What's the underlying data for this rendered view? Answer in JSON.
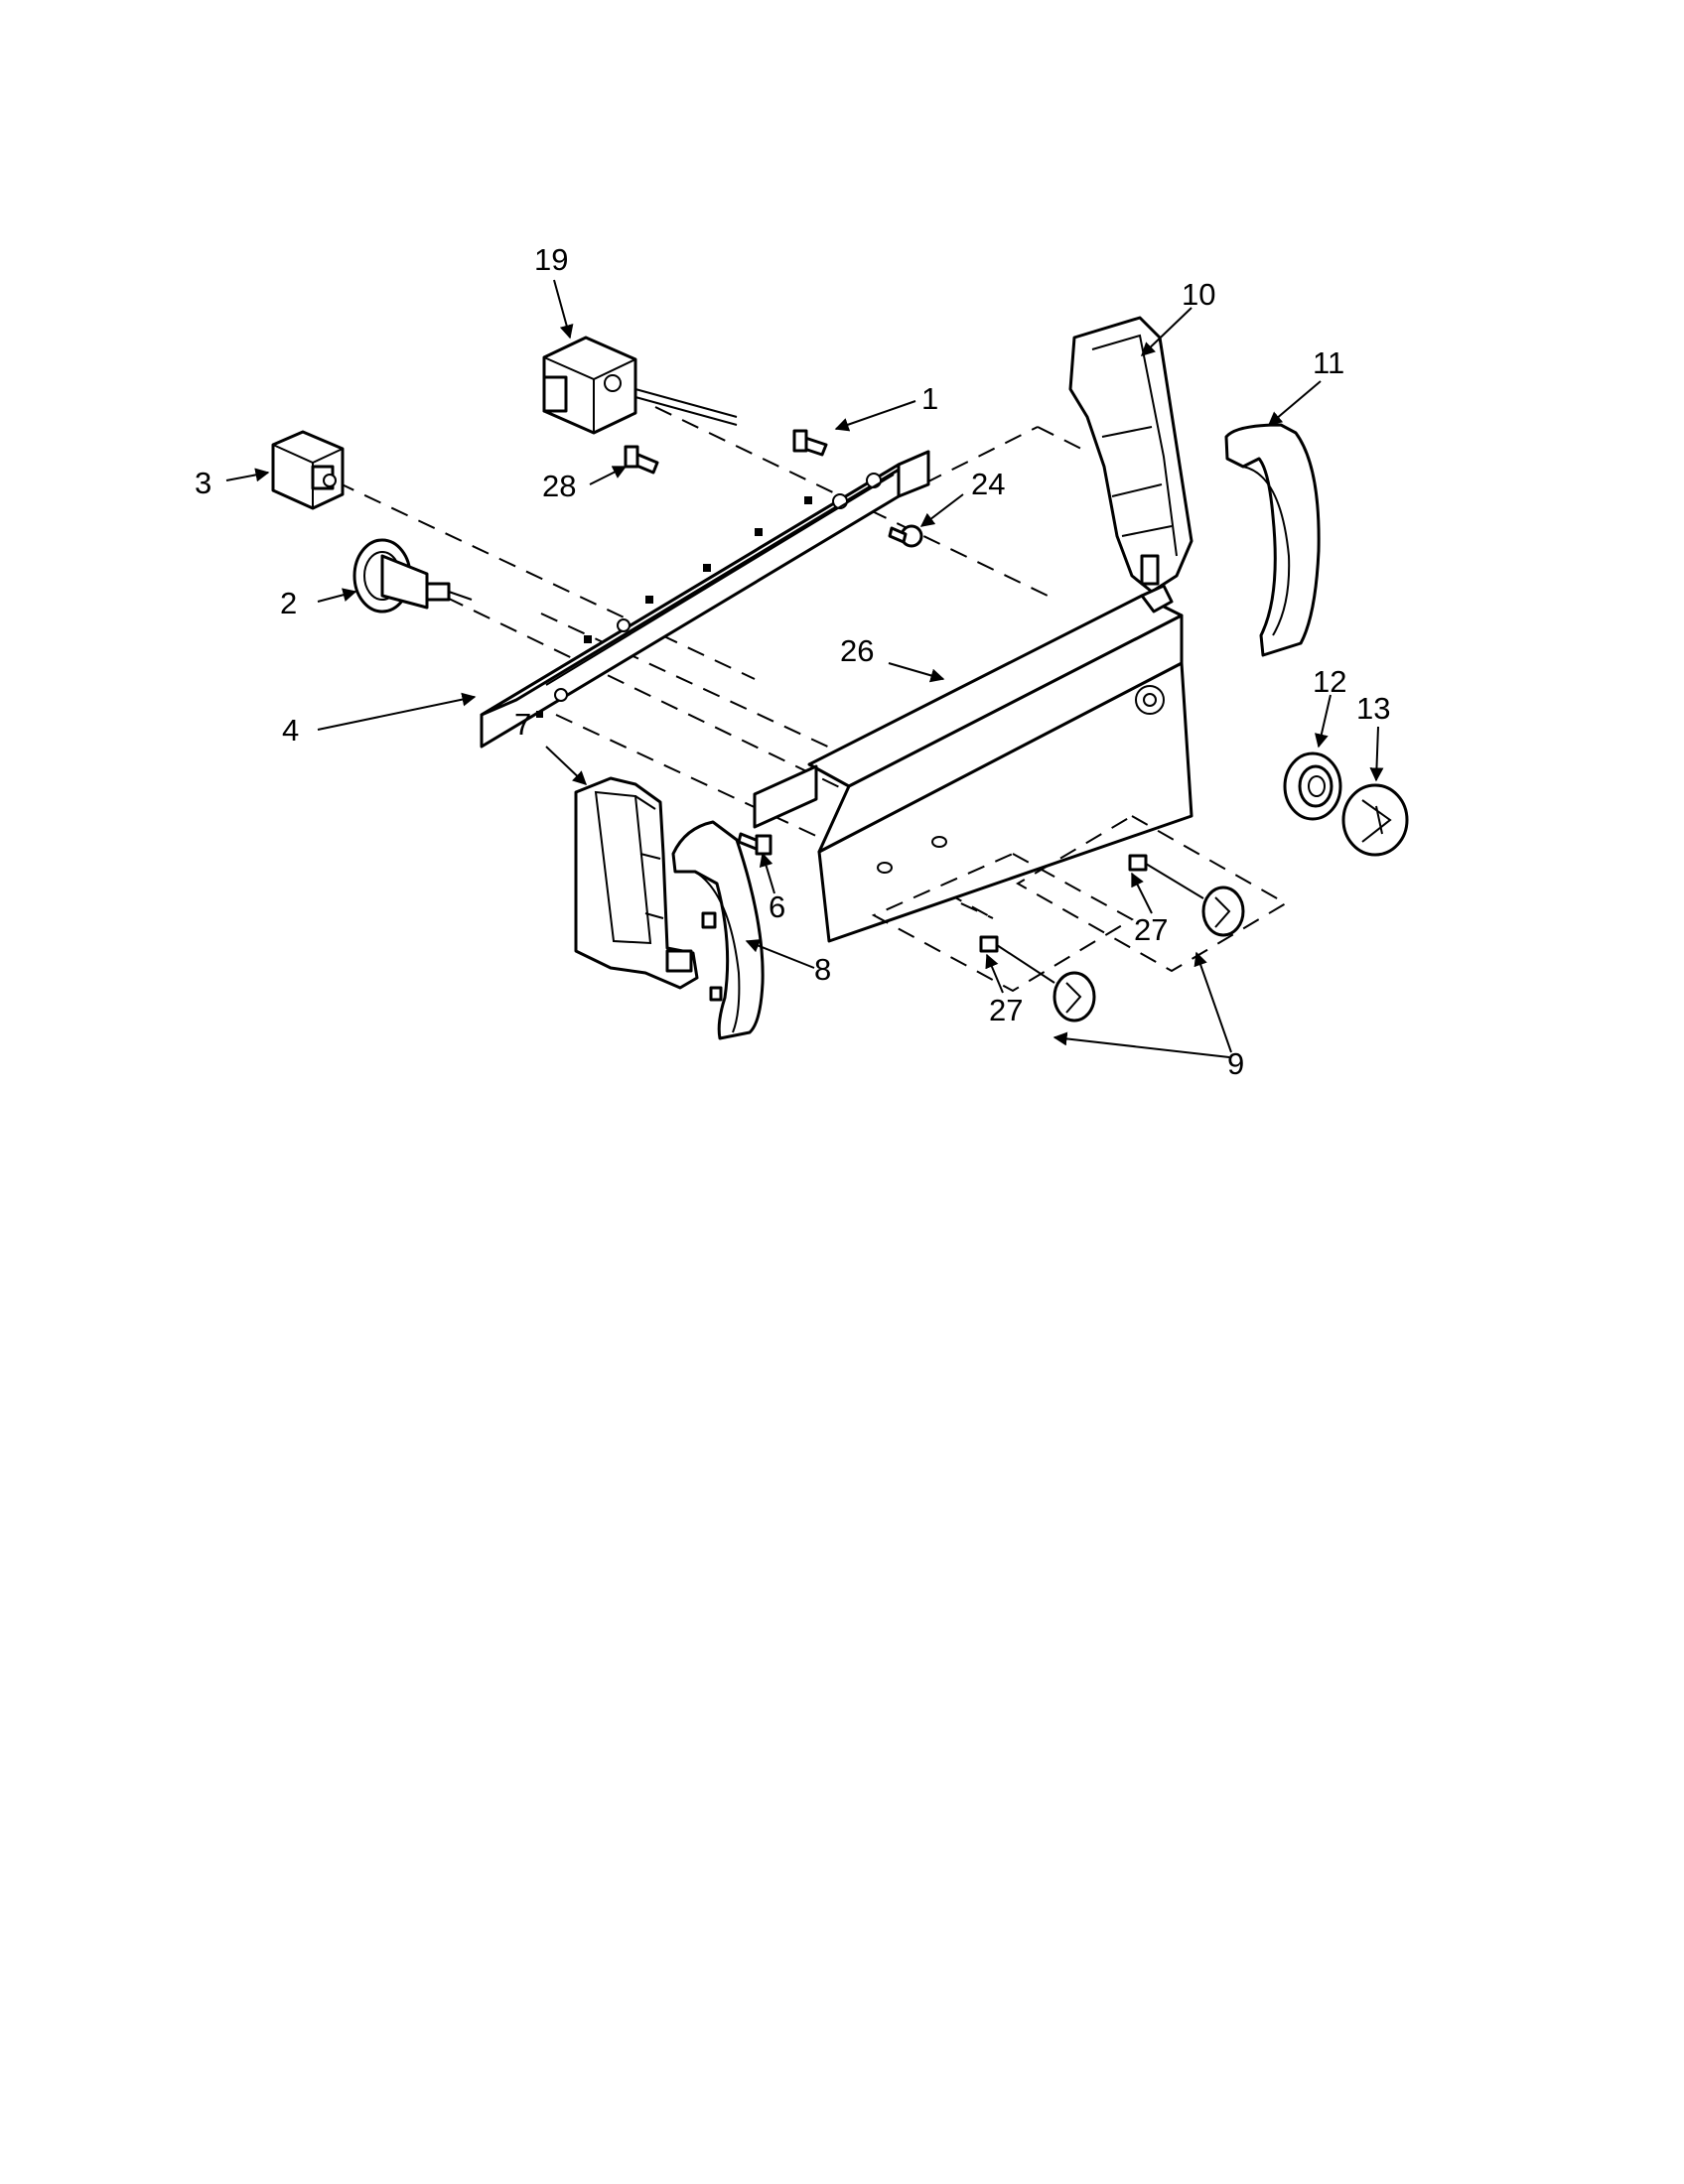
{
  "diagram": {
    "callouts": {
      "p1": "1",
      "p2": "2",
      "p3": "3",
      "p4": "4",
      "p6": "6",
      "p7": "7",
      "p8": "8",
      "p9": "9",
      "p10": "10",
      "p11": "11",
      "p12": "12",
      "p13": "13",
      "p19": "19",
      "p24": "24",
      "p26": "26",
      "p27a": "27",
      "p27b": "27",
      "p28": "28"
    }
  }
}
